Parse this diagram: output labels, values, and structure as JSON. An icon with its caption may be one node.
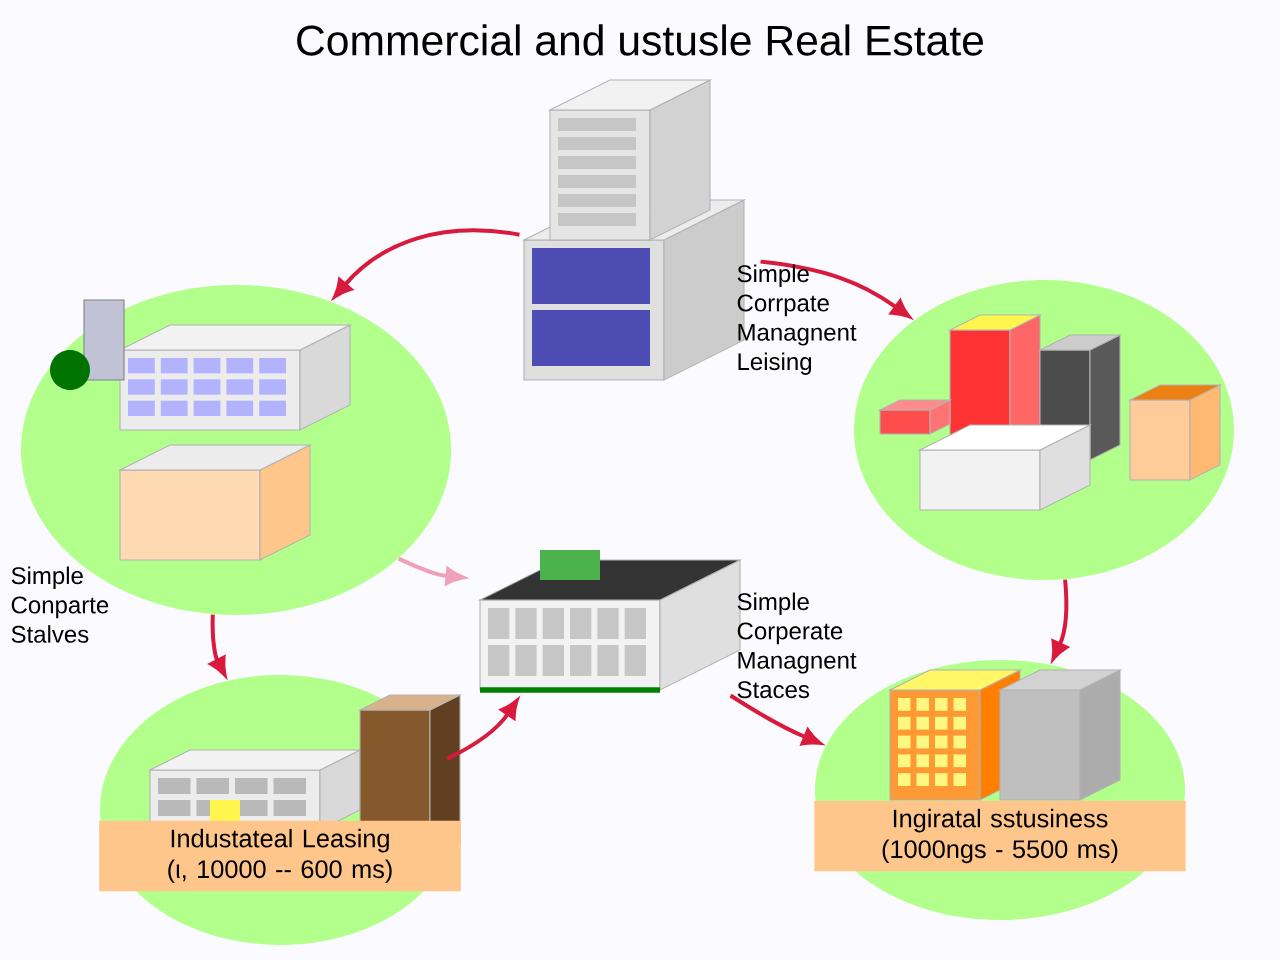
{
  "diagram": {
    "title": "Commercial and ustusle Real Estate",
    "nodes": [
      {
        "text": [],
        "shape": "picture"
      },
      {
        "text": [],
        "shape": "circle"
      },
      {
        "text": [],
        "shape": "circle"
      },
      {
        "text": [],
        "shape": "picture"
      },
      {
        "text": [
          "Industateal Leasing",
          "(ι, 10000 -- 600 ms)"
        ]
      },
      {
        "text": [
          "Ingiratal sstusiness",
          "(1000ngs - 5500 ms)"
        ]
      }
    ],
    "edges": [
      {
        "from": 0,
        "to": 1,
        "arrow": "to"
      },
      {
        "from": 0,
        "to": 2,
        "arrow": "to"
      },
      {
        "from": 1,
        "to": 3,
        "arrow": "to",
        "color": "#f0a0b8"
      },
      {
        "from": 1,
        "to": 4,
        "arrow": "to"
      },
      {
        "from": 4,
        "to": 3,
        "arrow": "to"
      },
      {
        "from": 3,
        "to": 5,
        "arrow": "to"
      },
      {
        "from": 2,
        "to": 5,
        "arrow": "to"
      }
    ],
    "labels": [
      "Simple Corrpate Managnent Leising",
      "Simple Conparte Stalves",
      "Simple Corperate Managnent Staces"
    ]
  }
}
